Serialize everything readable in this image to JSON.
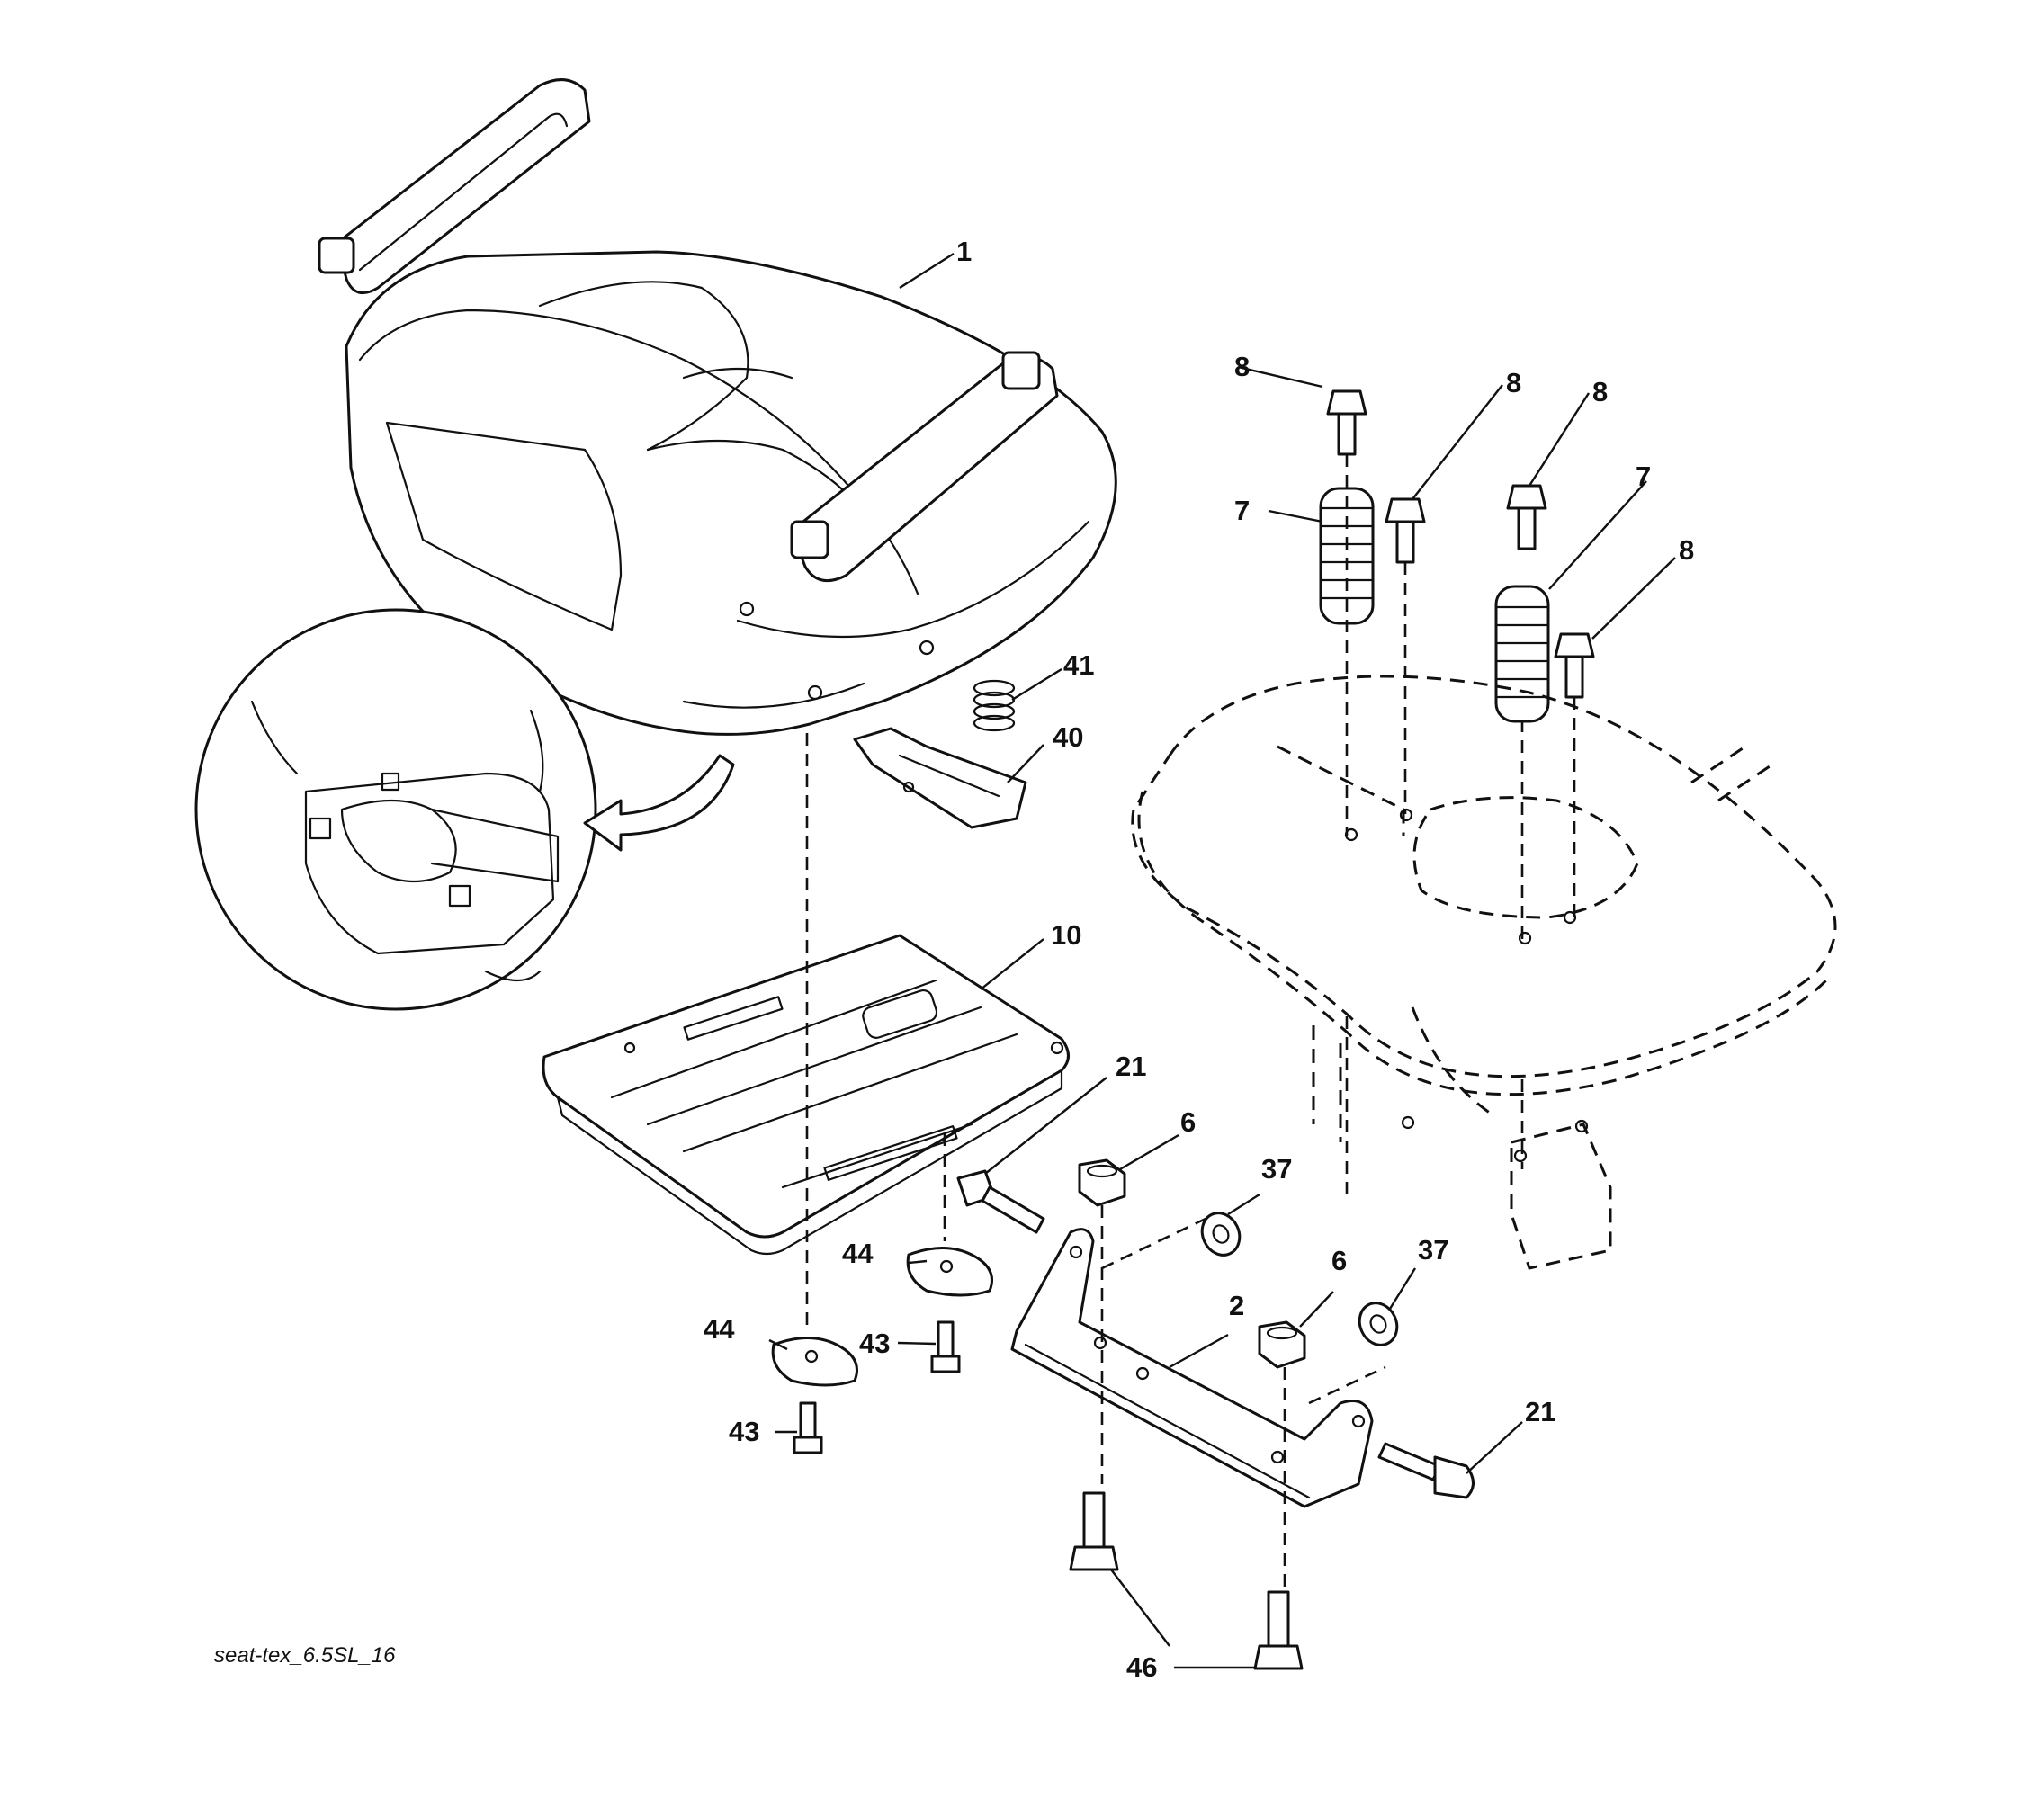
{
  "figure_code": "seat-tex_6.5SL_16",
  "parts": {
    "seat": "1",
    "seat_bracket": "2",
    "spring_left": "7",
    "spring_right": "7",
    "bolt_a": "8",
    "bolt_b": "8",
    "bolt_c": "8",
    "bolt_d": "8",
    "seat_pan": "10",
    "nut_upper": "6",
    "nut_lower": "6",
    "pivot_bolt_left": "21",
    "pivot_bolt_right": "21",
    "washer_upper": "37",
    "washer_lower": "37",
    "spring_small": "41",
    "seat_clip": "40",
    "screw_left": "43",
    "screw_right": "43",
    "plate_left": "44",
    "plate_right": "44",
    "bolt_bottom": "46"
  }
}
